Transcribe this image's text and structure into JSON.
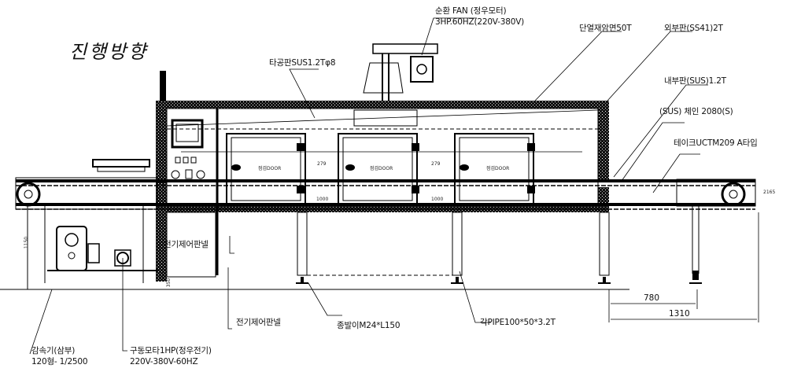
{
  "drawing": {
    "direction_title": "진행방향",
    "callouts": {
      "fan_line1": "순환 FAN (정우모터)",
      "fan_line2": "3HP.60HZ(220V-380V)",
      "insulation": "단열재암면50T",
      "outer_panel": "외부판(SS41)2T",
      "perforated_plate": "타공판SUS1.2Tφ8",
      "inner_panel": "내부판(SUS)1.2T",
      "chain": "(SUS) 체인 2080(S)",
      "take_up": "테이크UCTM209 A타입",
      "control_panel_inner": "전기제어판넬",
      "control_panel": "전기제어판넬",
      "leveling_foot": "종발이M24*L150",
      "square_pipe": "각PIPE100*50*3.2T",
      "reducer_line1": "감속기(삼부)",
      "reducer_line2": "120형- 1/2500",
      "motor_line1": "구동모타1HP(정우전기)",
      "motor_line2": "220V-380V-60HZ"
    },
    "doors": [
      "점검DOOR",
      "점검DOOR",
      "점검DOOR"
    ],
    "dimensions": {
      "gap_a": "279",
      "gap_b": "279",
      "span_a": "1000",
      "span_b": "1000",
      "overall_780": "780",
      "overall_1310": "1310",
      "left_height": "1150",
      "leg_height": "350",
      "level_mark": "2165"
    }
  }
}
